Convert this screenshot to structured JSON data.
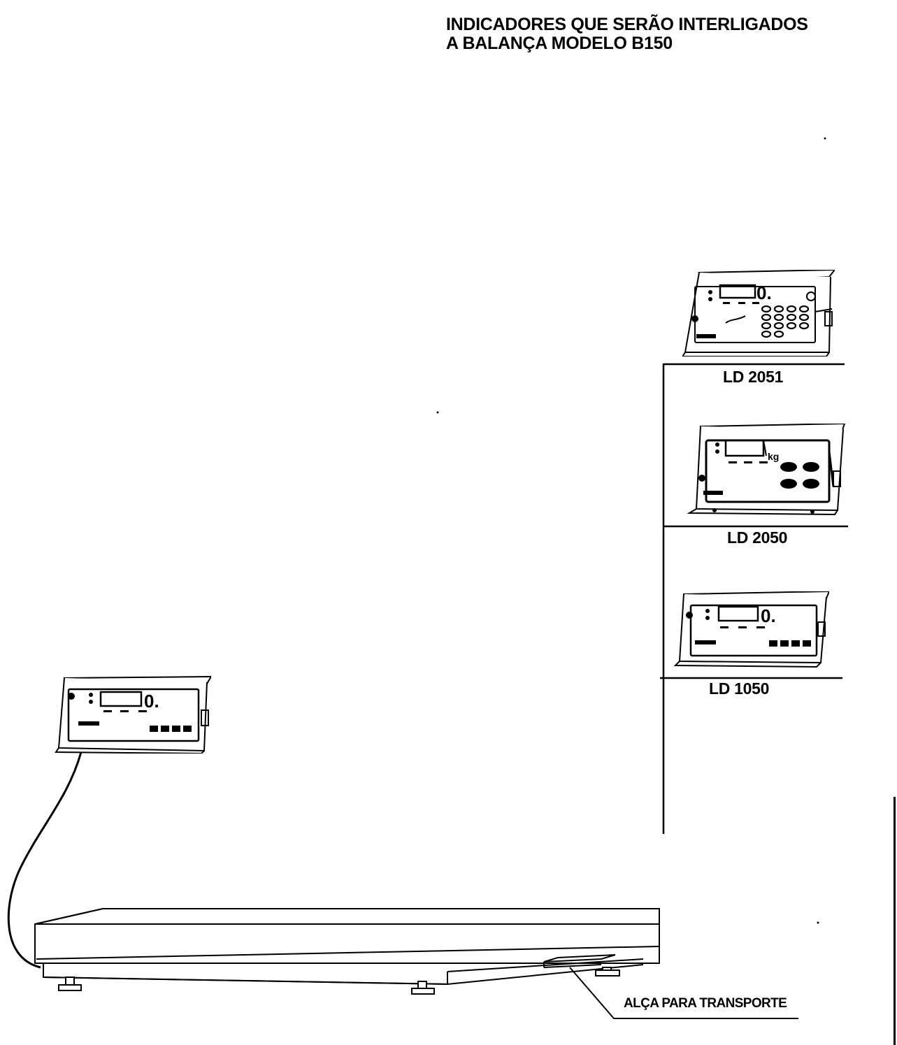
{
  "title": {
    "line1": "INDICADORES QUE SERÃO INTERLIGADOS",
    "line2": "A BALANÇA  MODELO B150"
  },
  "indicators": [
    {
      "model": "LD 2051"
    },
    {
      "model": "LD 2050"
    },
    {
      "model": "LD 1050"
    }
  ],
  "display_reading": "0.",
  "callout": "ALÇA PARA TRANSPORTE"
}
